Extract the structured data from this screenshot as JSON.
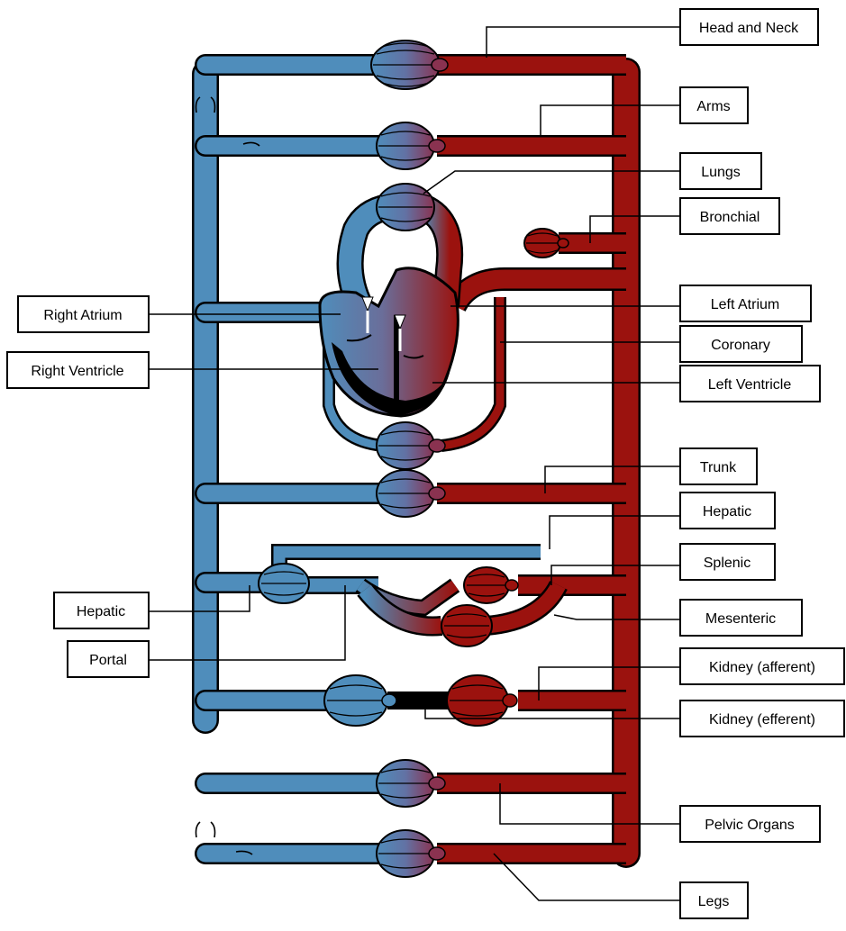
{
  "colors": {
    "venous": "#4f8dbb",
    "arterial": "#9b120e",
    "heart_muscle": "#000000"
  },
  "labels": {
    "head_and_neck": "Head and Neck",
    "arms": "Arms",
    "lungs": "Lungs",
    "bronchial": "Bronchial",
    "right_atrium": "Right Atrium",
    "left_atrium": "Left Atrium",
    "coronary": "Coronary",
    "right_ventricle": "Right Ventricle",
    "left_ventricle": "Left Ventricle",
    "trunk": "Trunk",
    "hepatic_artery": "Hepatic",
    "splenic": "Splenic",
    "hepatic_vein": "Hepatic",
    "mesenteric": "Mesenteric",
    "portal": "Portal",
    "kidney_afferent": "Kidney (afferent)",
    "kidney_efferent": "Kidney (efferent)",
    "pelvic_organs": "Pelvic Organs",
    "legs": "Legs"
  }
}
